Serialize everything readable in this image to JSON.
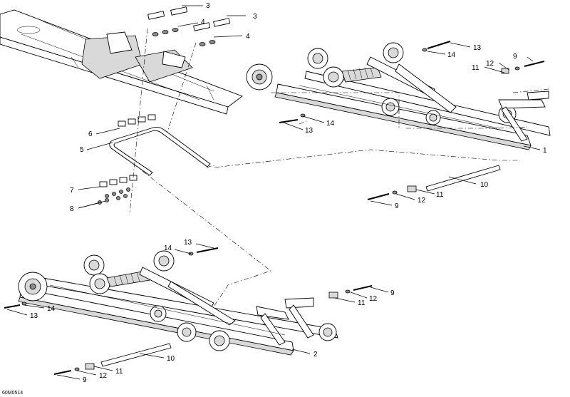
{
  "reference_code": "60M0514",
  "callouts": {
    "c3a": "3",
    "c3b": "3",
    "c4a": "4",
    "c4b": "4",
    "c6": "6",
    "c5": "5",
    "c7": "7",
    "c8": "8",
    "c13_right_top": "13",
    "c14_right_top": "14",
    "c9_right_top": "9",
    "c12_right_top": "12",
    "c11_right_top": "11",
    "c14_right_mid": "14",
    "c13_right_mid": "13",
    "c1": "1",
    "c10_right": "10",
    "c11_right_bot": "11",
    "c12_right_bot": "12",
    "c9_right_bot": "9",
    "c13_left_top": "13",
    "c14_left_top": "14",
    "c14_left": "14",
    "c13_left": "13",
    "c9_left_mid": "9",
    "c12_left_mid": "12",
    "c11_left_mid": "11",
    "c2": "2",
    "c10_left": "10",
    "c11_left_bot": "11",
    "c12_left_bot": "12",
    "c9_left_bot": "9"
  }
}
